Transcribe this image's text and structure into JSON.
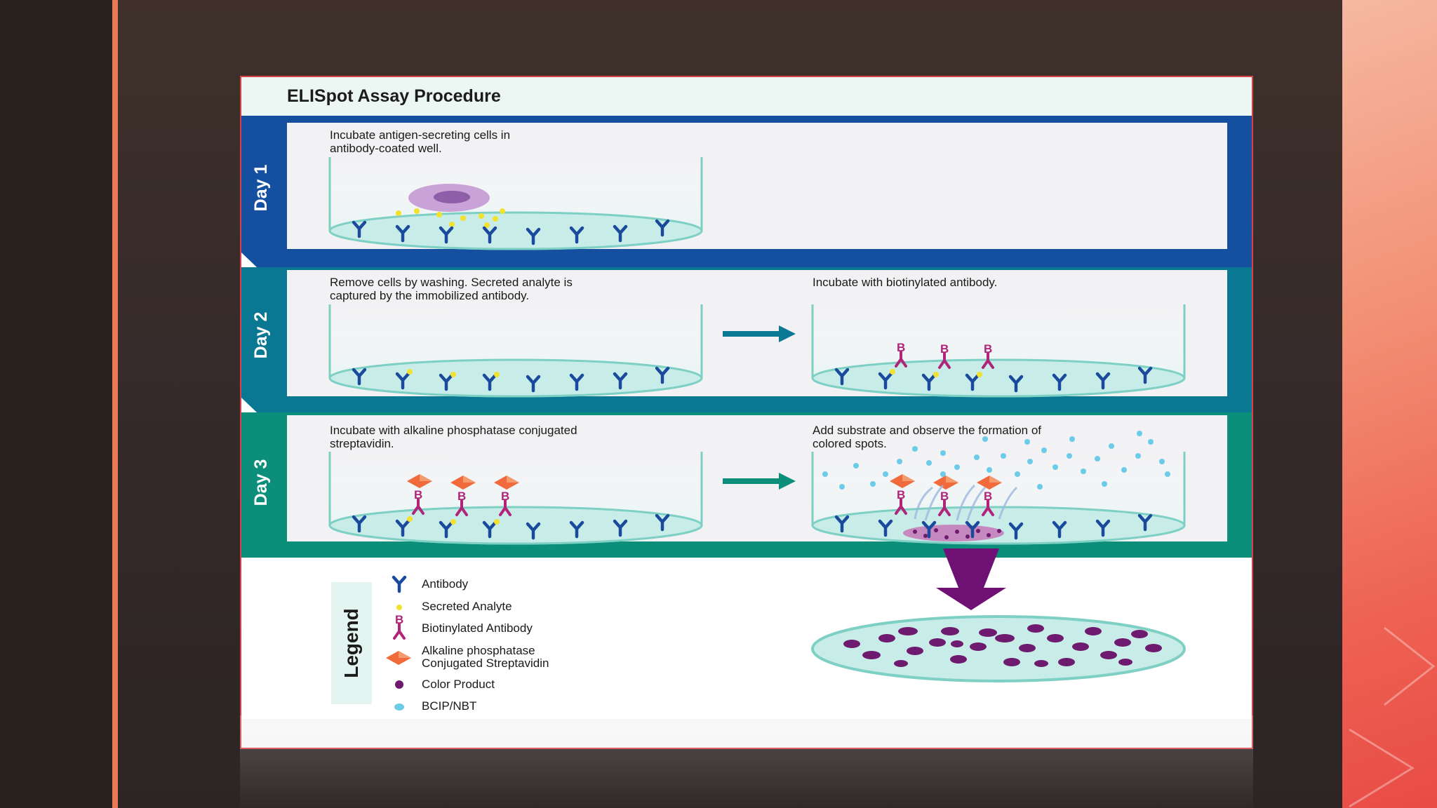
{
  "diagram": {
    "title": "ELISpot Assay Procedure",
    "days": [
      {
        "label": "Day 1",
        "color": "#1550a0"
      },
      {
        "label": "Day 2",
        "color": "#0b7893"
      },
      {
        "label": "Day 3",
        "color": "#0b8f7a"
      }
    ],
    "steps": {
      "day1_step": [
        "Incubate antigen-secreting cells in",
        "antibody-coated well."
      ],
      "day2_step_a": [
        "Remove cells by washing. Secreted analyte is",
        "captured by the immobilized antibody."
      ],
      "day2_step_b": [
        "Incubate with biotinylated antibody."
      ],
      "day3_step_a": [
        "Incubate with alkaline phosphatase conjugated",
        "streptavidin."
      ],
      "day3_step_b": [
        "Add substrate and observe the formation of",
        "colored spots."
      ]
    },
    "legend": {
      "heading": "Legend",
      "items": [
        {
          "label": "Antibody",
          "icon": "antibody-y-icon"
        },
        {
          "label": "Secreted Analyte",
          "icon": "yellow-dot-icon"
        },
        {
          "label": "Biotinylated Antibody",
          "icon": "biotin-antibody-icon"
        },
        {
          "label": "Alkaline phosphatase",
          "label2": "Conjugated Streptavidin",
          "icon": "orange-diamond-icon"
        },
        {
          "label": "Color Product",
          "icon": "purple-dot-icon"
        },
        {
          "label": "BCIP/NBT",
          "icon": "blue-dot-icon"
        }
      ]
    },
    "colors": {
      "antibody": "#1a4a9c",
      "analyte": "#f2e12e",
      "biotin_antibody": "#b0247a",
      "streptavidin": "#f06a3c",
      "color_product": "#6e1a6e",
      "substrate": "#6ccbe6",
      "well_fill": "#c8ece8",
      "arrow_teal": "#0b7893",
      "arrow_green": "#0b8f7a",
      "big_arrow": "#6f1174"
    }
  }
}
